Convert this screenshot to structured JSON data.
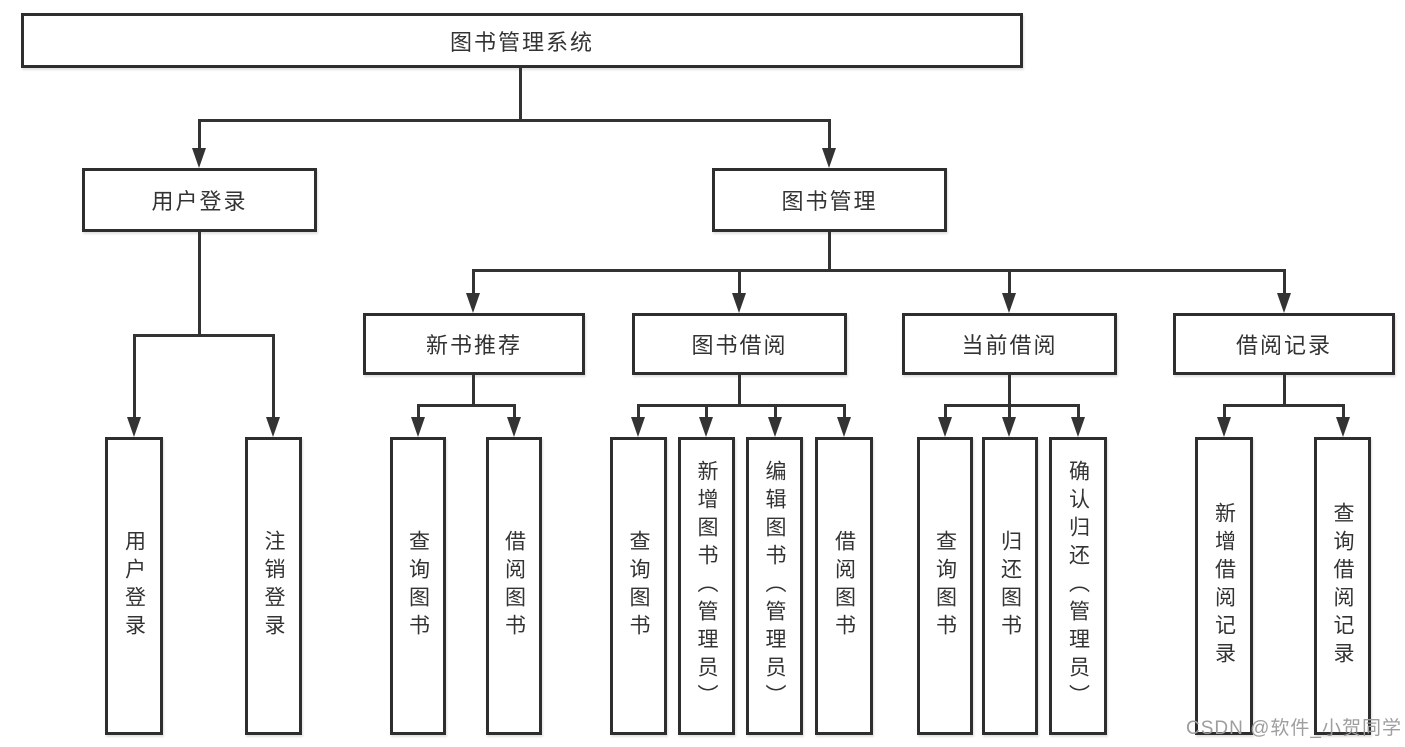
{
  "diagram": {
    "title": "图书管理系统",
    "root": {
      "label": "图书管理系统"
    },
    "level2": [
      {
        "label": "用户登录"
      },
      {
        "label": "图书管理"
      }
    ],
    "level3": [
      {
        "label": "新书推荐"
      },
      {
        "label": "图书借阅"
      },
      {
        "label": "当前借阅"
      },
      {
        "label": "借阅记录"
      }
    ],
    "leaves": [
      {
        "label": "用户登录"
      },
      {
        "label": "注销登录"
      },
      {
        "label": "查询图书"
      },
      {
        "label": "借阅图书"
      },
      {
        "label": "查询图书"
      },
      {
        "label": "新增图书（管理员）"
      },
      {
        "label": "编辑图书（管理员）"
      },
      {
        "label": "借阅图书"
      },
      {
        "label": "查询图书"
      },
      {
        "label": "归还图书"
      },
      {
        "label": "确认归还（管理员）"
      },
      {
        "label": "新增借阅记录"
      },
      {
        "label": "查询借阅记录"
      }
    ],
    "watermark": "CSDN @软件_小贺同学",
    "colors": {
      "line": "#333333",
      "box_border": "#2e2e2e",
      "text": "#333333",
      "watermark_text": "#9e9e9e",
      "background": "#ffffff"
    }
  }
}
